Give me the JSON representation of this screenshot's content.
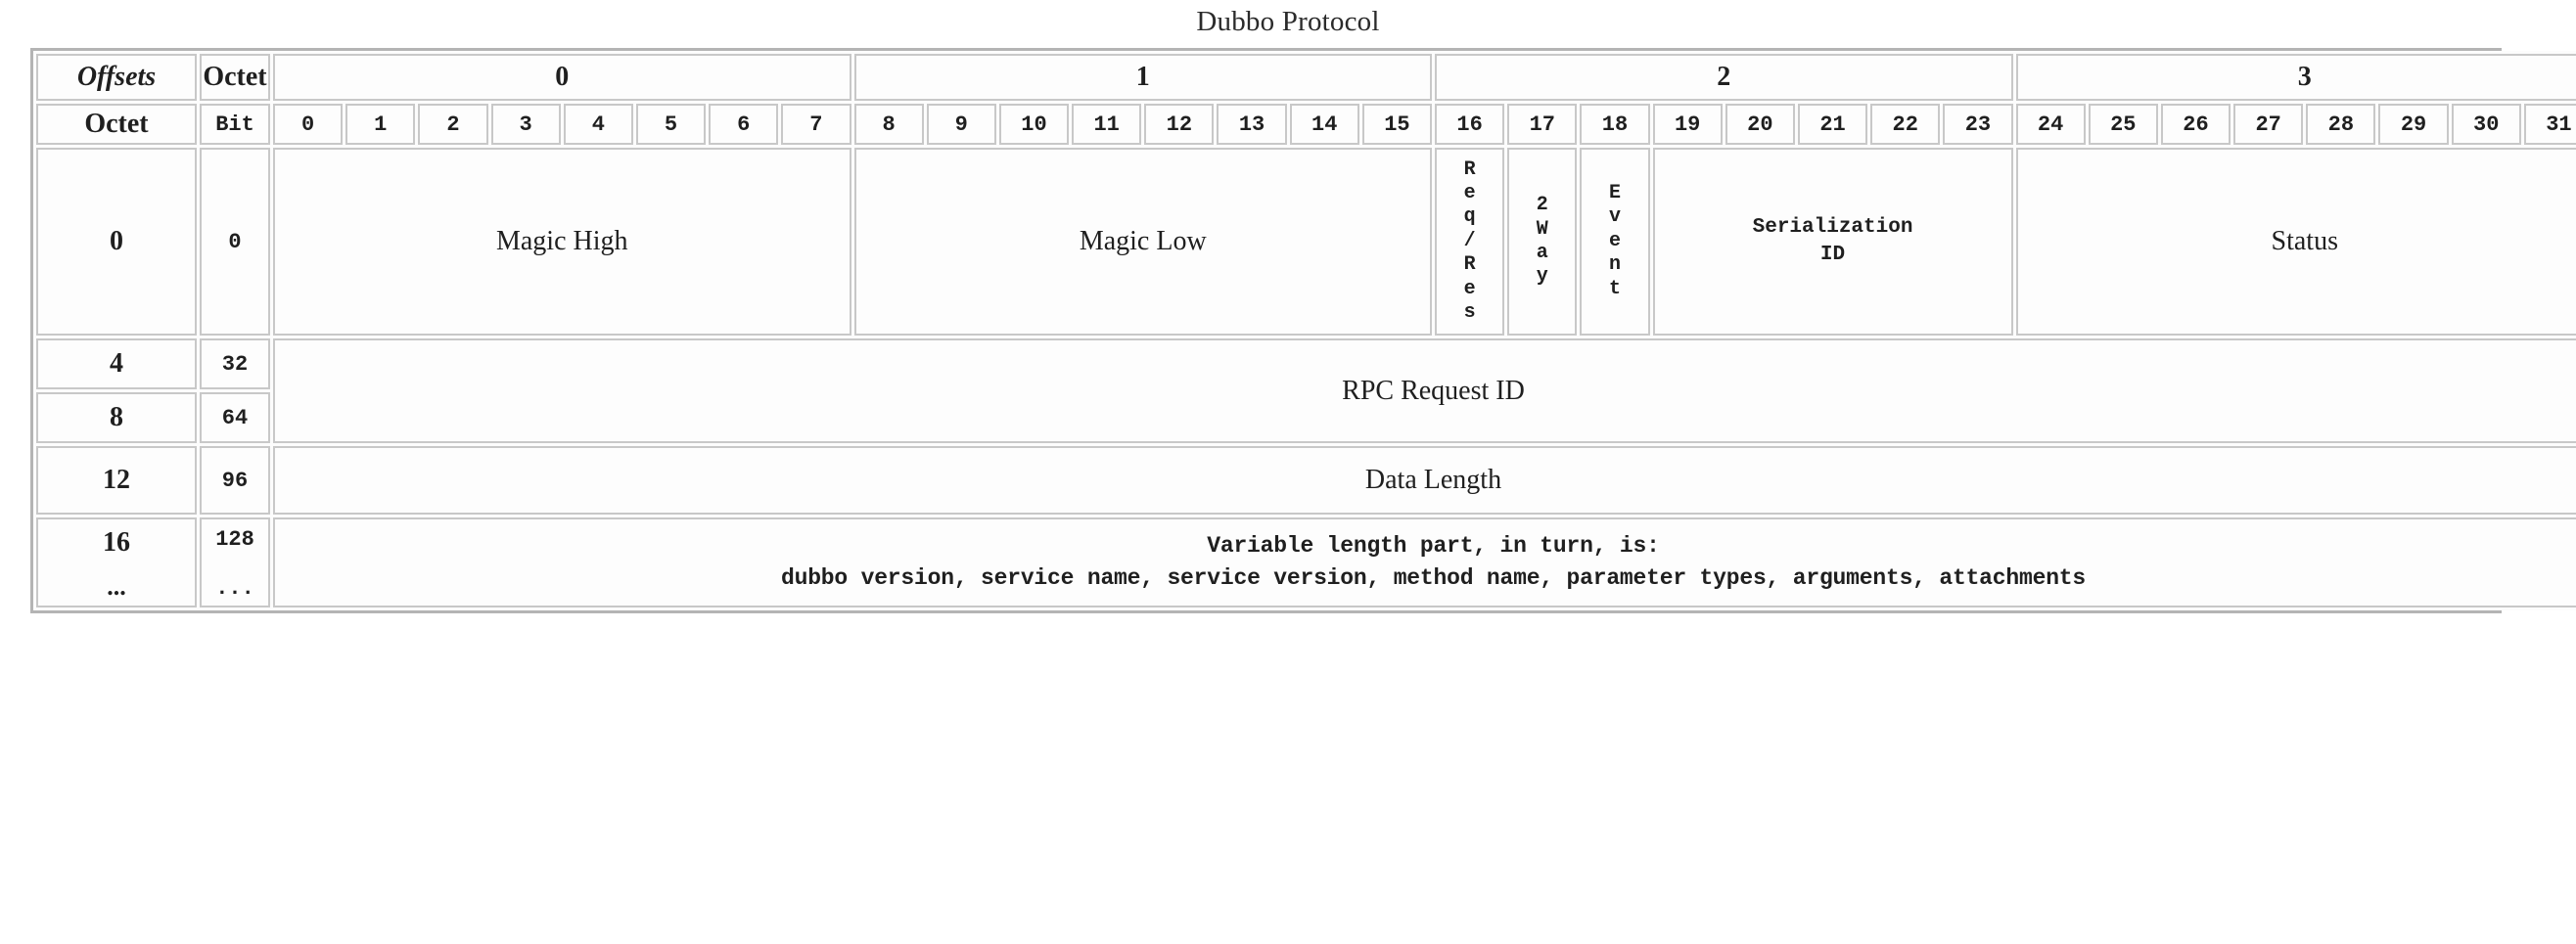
{
  "title": "Dubbo Protocol",
  "header": {
    "offsets_label": "Offsets",
    "octet_label_top": "Octet",
    "octet_label_left": "Octet",
    "bit_label": "Bit",
    "octets": [
      "0",
      "1",
      "2",
      "3"
    ],
    "bits": [
      "0",
      "1",
      "2",
      "3",
      "4",
      "5",
      "6",
      "7",
      "8",
      "9",
      "10",
      "11",
      "12",
      "13",
      "14",
      "15",
      "16",
      "17",
      "18",
      "19",
      "20",
      "21",
      "22",
      "23",
      "24",
      "25",
      "26",
      "27",
      "28",
      "29",
      "30",
      "31"
    ]
  },
  "rows": [
    {
      "octet_offset": "0",
      "bit_offset": "0",
      "fields": [
        {
          "label": "Magic High",
          "bits": 8,
          "style": "serif"
        },
        {
          "label": "Magic Low",
          "bits": 8,
          "style": "serif"
        },
        {
          "label": "Req/Res",
          "bits": 1,
          "style": "vertical"
        },
        {
          "label": "2Way",
          "bits": 1,
          "style": "vertical"
        },
        {
          "label": "Event",
          "bits": 1,
          "style": "vertical"
        },
        {
          "label": "Serialization\nID",
          "bits": 5,
          "style": "mono"
        },
        {
          "label": "Status",
          "bits": 8,
          "style": "serif"
        }
      ]
    },
    {
      "octet_offset": "4",
      "bit_offset": "32",
      "fields": [
        {
          "label": "RPC Request ID",
          "bits": 32,
          "style": "serif",
          "rowspan": 2
        }
      ]
    },
    {
      "octet_offset": "8",
      "bit_offset": "64",
      "fields": []
    },
    {
      "octet_offset": "12",
      "bit_offset": "96",
      "fields": [
        {
          "label": "Data Length",
          "bits": 32,
          "style": "serif"
        }
      ]
    },
    {
      "octet_offset": "16",
      "octet_offset_cont": "...",
      "bit_offset": "128",
      "bit_offset_cont": "...",
      "fields": [
        {
          "label": "Variable length part, in turn, is:\ndubbo version, service name, service version, method name, parameter types, arguments, attachments",
          "bits": 32,
          "style": "mono-var"
        }
      ]
    }
  ],
  "colors": {
    "border": "#c8c8c8",
    "outer_border": "#b4b4b4",
    "cell_bg": "#fdfdfd",
    "text": "#1f1f1f",
    "page_bg": "#ffffff"
  }
}
